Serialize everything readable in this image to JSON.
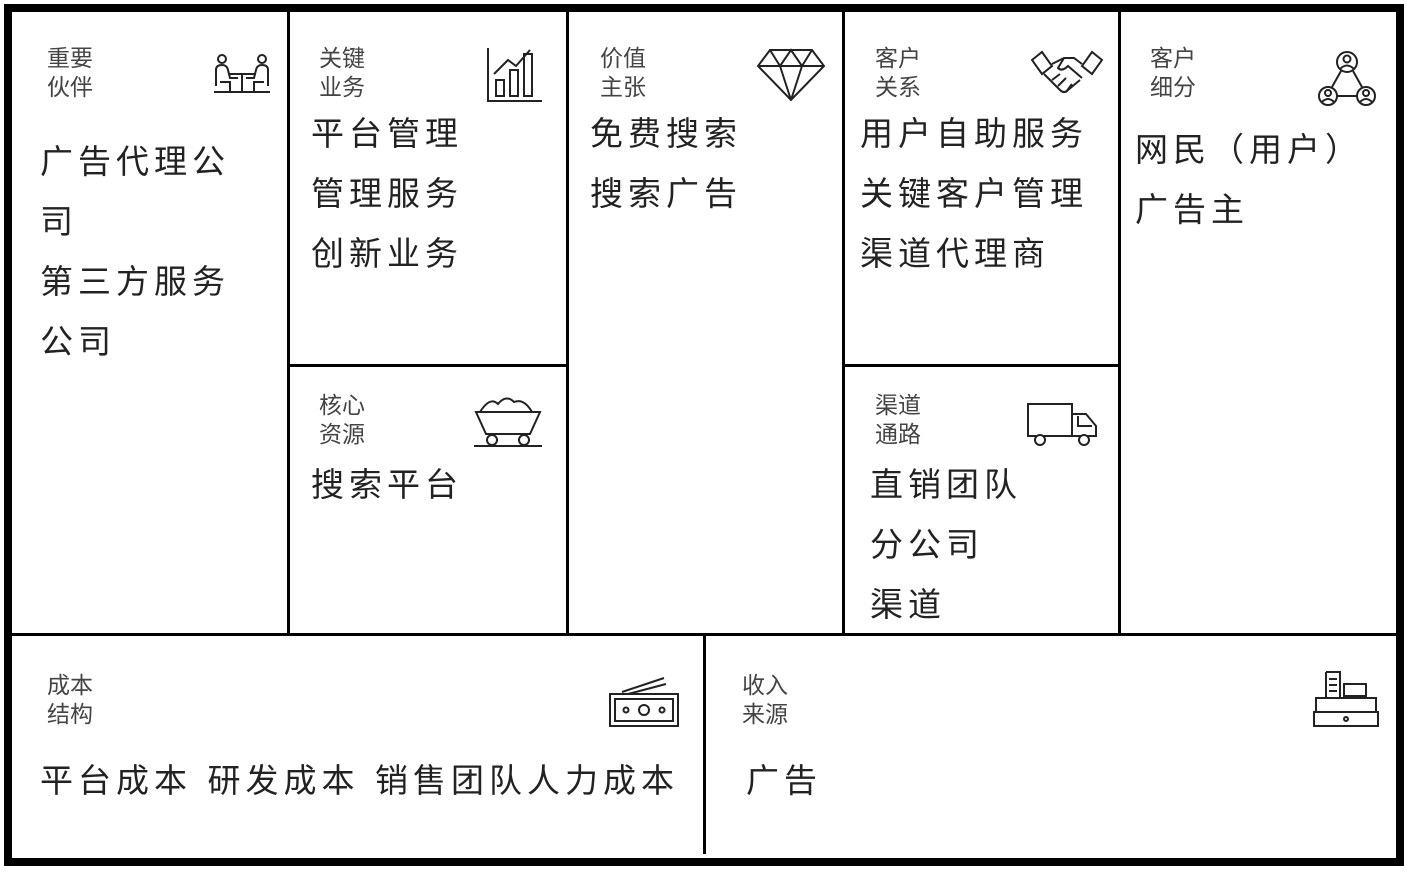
{
  "canvas": {
    "key_partners": {
      "title": [
        "重要",
        "伙伴"
      ],
      "items": [
        "广告代理公",
        "司",
        "第三方服务",
        "公司"
      ],
      "icon": "meeting-people-icon"
    },
    "key_activities": {
      "title": [
        "关键",
        "业务"
      ],
      "items": [
        "平台管理",
        "管理服务",
        "创新业务"
      ],
      "icon": "bar-chart-icon"
    },
    "key_resources": {
      "title": [
        "核心",
        "资源"
      ],
      "items": [
        "搜索平台"
      ],
      "icon": "mine-cart-icon"
    },
    "value_propositions": {
      "title": [
        "价值",
        "主张"
      ],
      "items": [
        "免费搜索",
        "搜索广告"
      ],
      "icon": "diamond-icon"
    },
    "customer_relationships": {
      "title": [
        "客户",
        "关系"
      ],
      "items": [
        "用户自助服务",
        "关键客户管理",
        "渠道代理商"
      ],
      "icon": "handshake-icon"
    },
    "channels": {
      "title": [
        "渠道",
        "通路"
      ],
      "items": [
        "直销团队",
        "分公司",
        "渠道"
      ],
      "icon": "truck-icon"
    },
    "customer_segments": {
      "title": [
        "客户",
        "细分"
      ],
      "items": [
        "网民（用户）",
        "广告主"
      ],
      "icon": "user-network-icon"
    },
    "cost_structure": {
      "title": [
        "成本",
        "结构"
      ],
      "items": [
        "平台成本 研发成本 销售团队人力成本"
      ],
      "icon": "cash-icon"
    },
    "revenue_streams": {
      "title": [
        "收入",
        "来源"
      ],
      "items": [
        "广告"
      ],
      "icon": "cash-register-icon"
    }
  }
}
